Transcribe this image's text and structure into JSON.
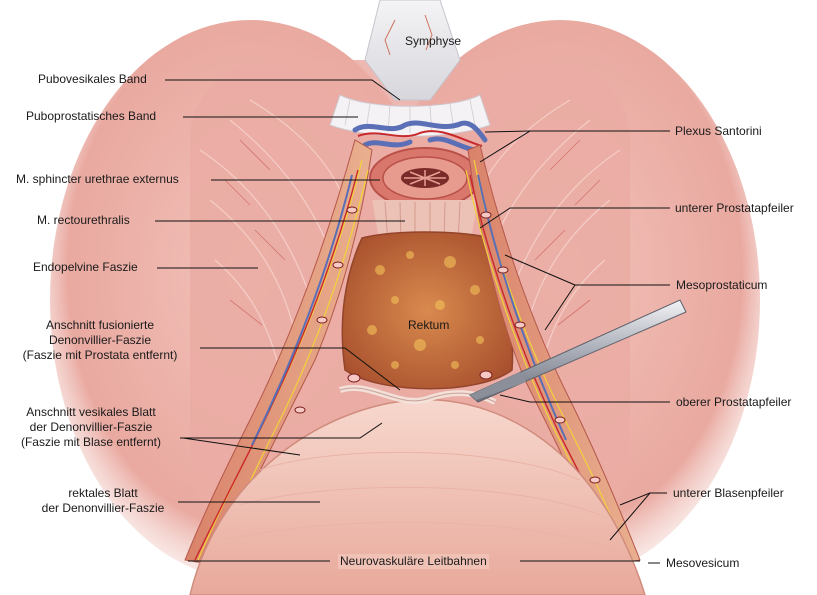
{
  "labels": {
    "symphyse": "Symphyse",
    "pubovesikales_band": "Pubovesikales Band",
    "puboprostatisches_band": "Puboprostatisches Band",
    "sphincter": "M. sphincter urethrae externus",
    "rectourethralis": "M. rectourethralis",
    "endopelvine": "Endopelvine Faszie",
    "anschnitt_fusion": [
      "Anschnitt fusionierte",
      "Denonvillier-Faszie",
      "(Faszie mit Prostata entfernt)"
    ],
    "anschnitt_vesikal": [
      "Anschnitt vesikales Blatt",
      "der Denonvillier-Faszie",
      "(Faszie mit Blase entfernt)"
    ],
    "rektales_blatt": [
      "rektales Blatt",
      "der Denonvillier-Faszie"
    ],
    "neurovaskulaere": "Neurovaskuläre Leitbahnen",
    "rektum": "Rektum",
    "plexus_santorini": "Plexus Santorini",
    "unterer_prostatapfeiler": "unterer Prostatapfeiler",
    "mesoprostaticum": "Mesoprostaticum",
    "oberer_prostatapfeiler": "oberer Prostatapfeiler",
    "unterer_blasenpfeiler": "unterer Blasenpfeiler",
    "mesovesicum": "Mesovesicum"
  },
  "colors": {
    "muscle": "#e9a9a0",
    "muscle_dark": "#c9635a",
    "rectum": "#c8703e",
    "bladder": "#f0c2b6",
    "bone": "#e6e6ea",
    "vein": "#5a6fb5",
    "artery": "#c9282c",
    "nerve": "#f2d23a",
    "line": "#111111"
  }
}
